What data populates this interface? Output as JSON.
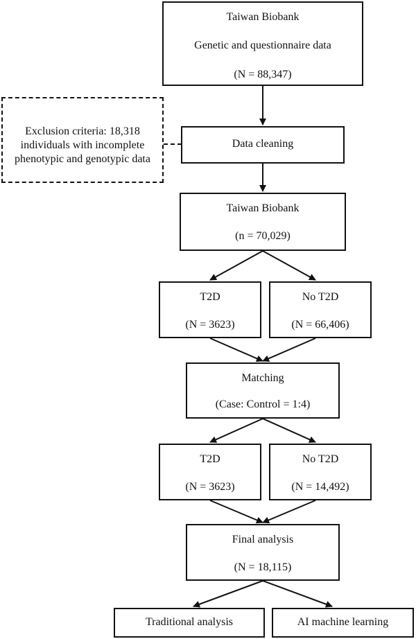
{
  "source": {
    "title": "Taiwan Biobank",
    "subtitle": "Genetic and questionnaire data",
    "count": "(N = 88,347)"
  },
  "exclusion": {
    "line1": "Exclusion criteria: 18,318",
    "line2": "individuals with incomplete",
    "line3": "phenotypic and genotypic data"
  },
  "cleaning": {
    "label": "Data cleaning"
  },
  "cohort": {
    "title": "Taiwan Biobank",
    "count": "(n = 70,029)"
  },
  "split1": {
    "t2d": {
      "label": "T2D",
      "count": "(N = 3623)"
    },
    "no_t2d": {
      "label": "No T2D",
      "count": "(N = 66,406)"
    }
  },
  "matching": {
    "label": "Matching",
    "ratio": "(Case: Control = 1:4)"
  },
  "split2": {
    "t2d": {
      "label": "T2D",
      "count": "(N = 3623)"
    },
    "no_t2d": {
      "label": "No T2D",
      "count": "(N = 14,492)"
    }
  },
  "final": {
    "label": "Final analysis",
    "count": "(N = 18,115)"
  },
  "outputs": {
    "traditional": "Traditional analysis",
    "ai": "AI machine learning"
  }
}
